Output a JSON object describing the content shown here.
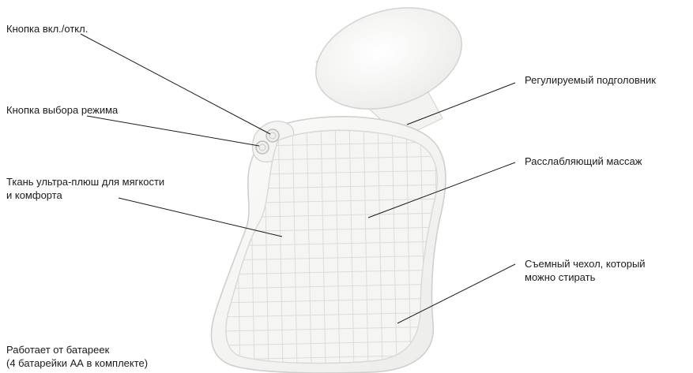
{
  "labels": {
    "power_button": "Кнопка вкл./откл.",
    "mode_button": "Кнопка выбора режима",
    "fabric": [
      "Ткань ультра-плюш для мягкости",
      "и комфорта"
    ],
    "headrest": "Регулируемый подголовник",
    "massage": "Расслабляющий массаж",
    "cover": [
      "Съемный чехол, который",
      "можно стирать"
    ],
    "battery": [
      "Работает от батареек",
      "(4 батарейки АА в комплекте)"
    ]
  },
  "colors": {
    "product_fill": "#f7f7f5",
    "product_outline": "#d6d6d2",
    "quilt_lines": "#dcdcd8",
    "leader_lines": "#1a1a1a"
  }
}
